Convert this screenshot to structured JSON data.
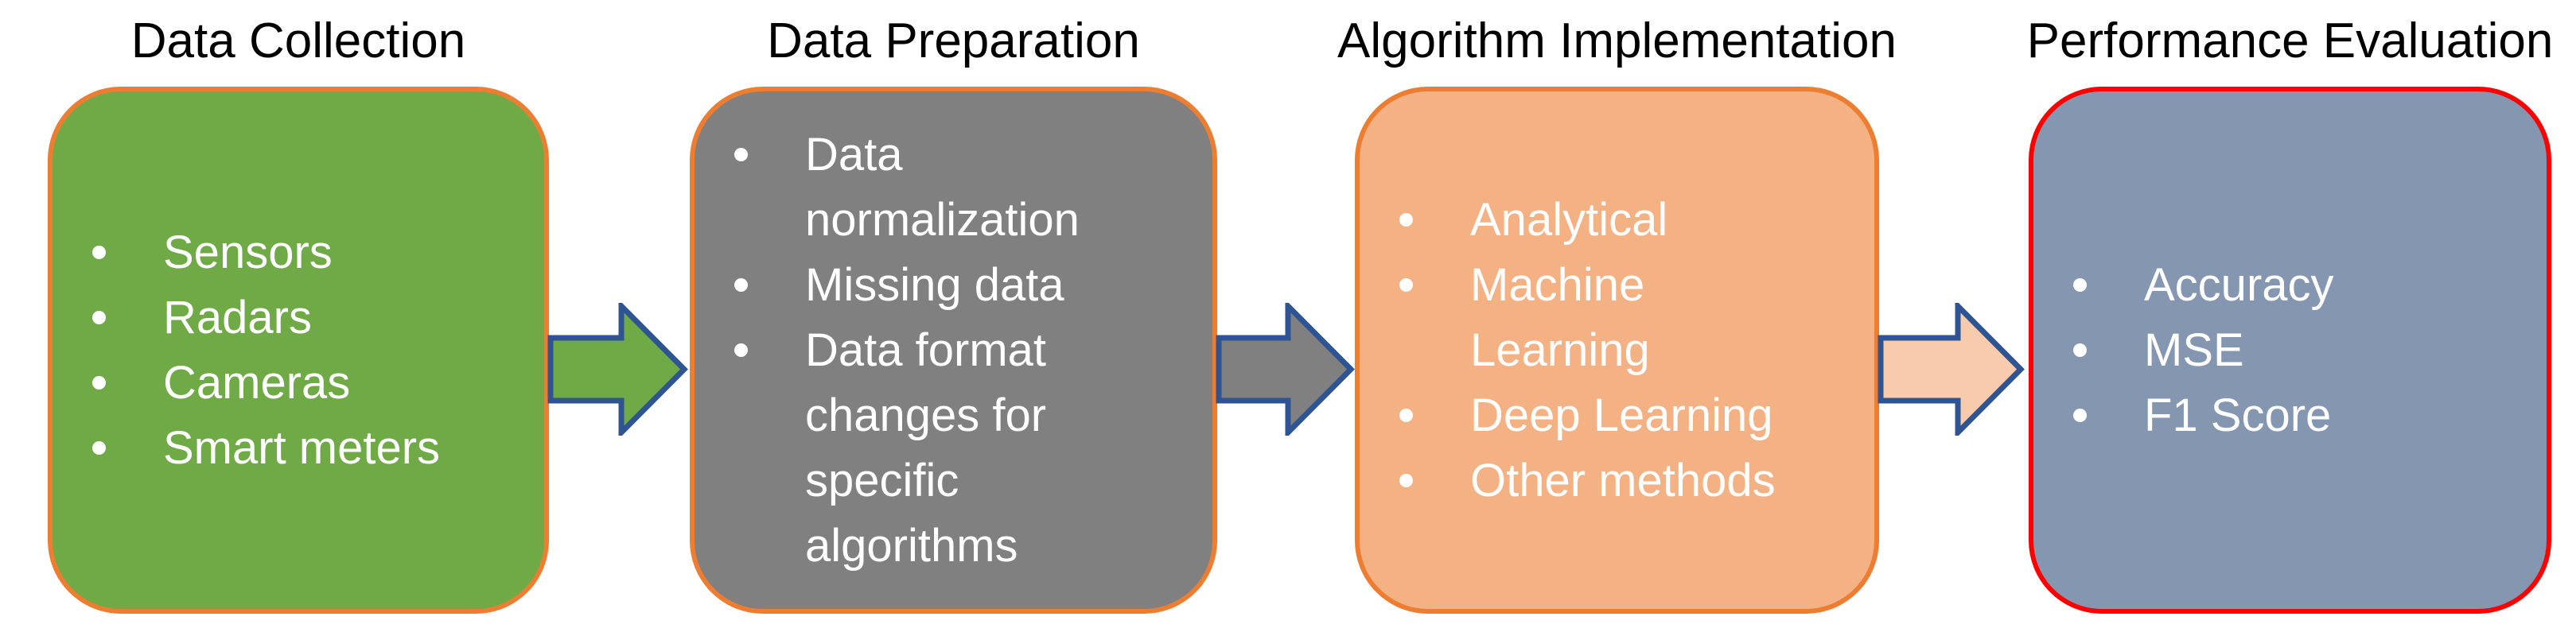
{
  "diagram": {
    "background": "#FFFFFF",
    "title_color": "#000000",
    "bullet_text_color": "#FFFFFF",
    "arrow_outline_color": "#2E5494",
    "stages": [
      {
        "title": "Data Collection",
        "fill": "#6FAA47",
        "border": "#ED7D31",
        "items": [
          [
            "Sensors"
          ],
          [
            "Radars"
          ],
          [
            "Cameras"
          ],
          [
            "Smart meters"
          ]
        ]
      },
      {
        "title": "Data Preparation",
        "fill": "#808080",
        "border": "#ED7D31",
        "items": [
          [
            "Data",
            "normalization"
          ],
          [
            "Missing data"
          ],
          [
            "Data format",
            "changes for",
            "specific",
            "algorithms"
          ]
        ]
      },
      {
        "title": "Algorithm Implementation",
        "fill": "#F4B183",
        "border": "#ED7D31",
        "items": [
          [
            "Analytical"
          ],
          [
            "Machine",
            "Learning"
          ],
          [
            "Deep Learning"
          ],
          [
            "Other methods"
          ]
        ]
      },
      {
        "title": "Performance Evaluation",
        "fill": "#8496B0",
        "border": "#FF0000",
        "items": [
          [
            "Accuracy"
          ],
          [
            "MSE"
          ],
          [
            "F1 Score"
          ]
        ]
      }
    ],
    "arrows": [
      {
        "name": "arrow-collection-to-preparation",
        "fill": "#6FAA47"
      },
      {
        "name": "arrow-preparation-to-algorithm",
        "fill": "#808080"
      },
      {
        "name": "arrow-algorithm-to-evaluation",
        "fill": "#F8CBAD"
      }
    ]
  }
}
